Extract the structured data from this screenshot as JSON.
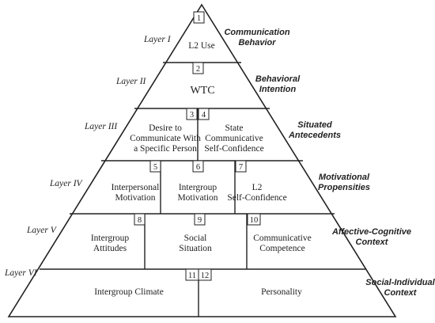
{
  "layers": [
    {
      "label": "Layer I",
      "description": [
        "Communication",
        "Behavior"
      ]
    },
    {
      "label": "Layer II",
      "description": [
        "Behavioral",
        "Intention"
      ]
    },
    {
      "label": "Layer III",
      "description": [
        "Situated",
        "Antecedents"
      ]
    },
    {
      "label": "Layer IV",
      "description": [
        "Motivational",
        "Propensities"
      ]
    },
    {
      "label": "Layer V",
      "description": [
        "Affective-Cognitive",
        "Context"
      ]
    },
    {
      "label": "Layer VI",
      "description": [
        "Social-Individual",
        "Context"
      ]
    }
  ],
  "boxes": [
    {
      "number": "1",
      "text": [
        "L2 Use"
      ]
    },
    {
      "number": "2",
      "text": [
        "WTC"
      ]
    },
    {
      "number": "3",
      "text": [
        "Desire to",
        "Communicate With",
        "a Specific Person"
      ]
    },
    {
      "number": "4",
      "text": [
        "State",
        "Communicative",
        "Self-Confidence"
      ]
    },
    {
      "number": "5",
      "text": [
        "Interpersonal",
        "Motivation"
      ]
    },
    {
      "number": "6",
      "text": [
        "Intergroup",
        "Motivation"
      ]
    },
    {
      "number": "7",
      "text": [
        "L2",
        "Self-Confidence"
      ]
    },
    {
      "number": "8",
      "text": [
        "Intergroup",
        "Attitudes"
      ]
    },
    {
      "number": "9",
      "text": [
        "Social",
        "Situation"
      ]
    },
    {
      "number": "10",
      "text": [
        "Communicative",
        "Competence"
      ]
    },
    {
      "number": "11",
      "text": [
        "Intergroup Climate"
      ]
    },
    {
      "number": "12",
      "text": [
        "Personality"
      ]
    }
  ]
}
